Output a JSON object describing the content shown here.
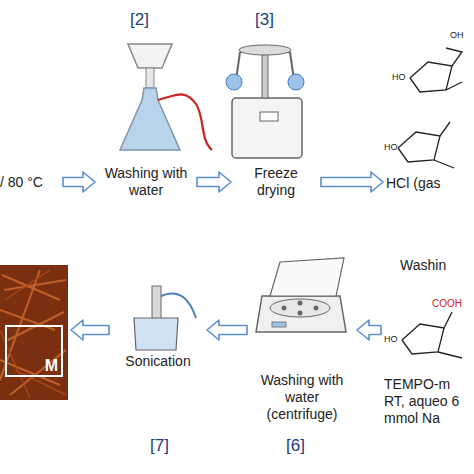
{
  "diagram": {
    "nodes": [
      {
        "text": [
          "/ 80 °C"
        ]
      },
      {
        "text": [
          "Washing with water"
        ]
      },
      {
        "text": [
          "Freeze drying"
        ]
      },
      {
        "text": [
          "HCl (gas"
        ]
      },
      {
        "text": [
          "Washin"
        ]
      },
      {
        "text": [
          "TEMPO-m RT, aqueo 6 mmol Na"
        ]
      },
      {
        "text": [
          "Washing with water (centrifuge)"
        ]
      },
      {
        "text": [
          "Sonication"
        ]
      },
      {
        "text": [
          "M"
        ]
      }
    ],
    "edges": [
      {
        "from": 0,
        "to": 1,
        "arrow": "to"
      },
      {
        "from": 1,
        "to": 2,
        "arrow": "to"
      },
      {
        "from": 2,
        "to": 3,
        "arrow": "to"
      },
      {
        "from": 5,
        "to": 6,
        "arrow": "to"
      },
      {
        "from": 6,
        "to": 7,
        "arrow": "to"
      },
      {
        "from": 7,
        "to": 8,
        "arrow": "to"
      }
    ],
    "labels": [
      "[2]",
      "[3]",
      "[7]",
      "[6]",
      "OH",
      "HO",
      "HO",
      "COOH",
      "HO"
    ]
  }
}
